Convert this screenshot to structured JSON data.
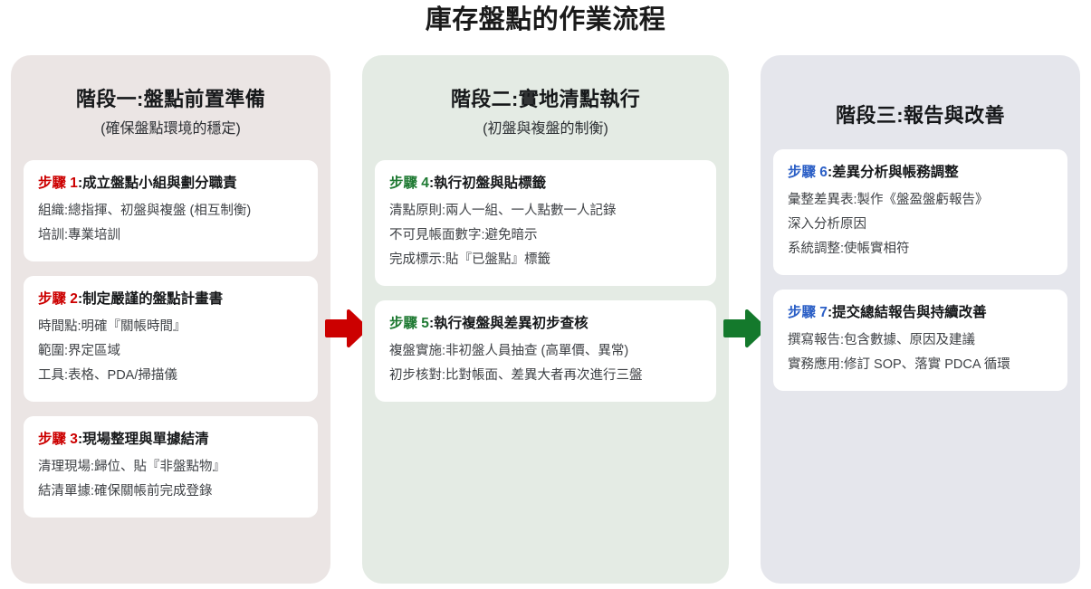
{
  "title": "庫存盤點的作業流程",
  "colors": {
    "stage1_bg": "#EBE5E4",
    "stage2_bg": "#E4EBE4",
    "stage3_bg": "#E5E6EC",
    "step_red": "#CC0000",
    "step_green": "#1F7A33",
    "step_blue": "#2B5FC6",
    "arrow_red": "#CC0000",
    "arrow_green": "#14792C",
    "card_bg": "#FFFFFF"
  },
  "stages": [
    {
      "title": "階段一:盤點前置準備",
      "subtitle": "(確保盤點環境的穩定)",
      "accent": "#CC0000",
      "cards": [
        {
          "step": "步驟 1",
          "heading": ":成立盤點小組與劃分職責",
          "lines": [
            "組織:總指揮、初盤與複盤 (相互制衡)",
            "培訓:專業培訓"
          ]
        },
        {
          "step": "步驟 2",
          "heading": ":制定嚴謹的盤點計畫書",
          "lines": [
            "時間點:明確『關帳時間』",
            "範圍:界定區域",
            "工具:表格、PDA/掃描儀"
          ]
        },
        {
          "step": "步驟 3",
          "heading": ":現場整理與單據結清",
          "lines": [
            "清理現場:歸位、貼『非盤點物』",
            "結清單據:確保關帳前完成登錄"
          ]
        }
      ]
    },
    {
      "title": "階段二:實地清點執行",
      "subtitle": "(初盤與複盤的制衡)",
      "accent": "#1F7A33",
      "cards": [
        {
          "step": "步驟 4",
          "heading": ":執行初盤與貼標籤",
          "lines": [
            "清點原則:兩人一組、一人點數一人記錄",
            "不可見帳面數字:避免暗示",
            "完成標示:貼『已盤點』標籤"
          ]
        },
        {
          "step": "步驟 5",
          "heading": ":執行複盤與差異初步查核",
          "lines": [
            "複盤實施:非初盤人員抽查 (高單價、異常)",
            "初步核對:比對帳面、差異大者再次進行三盤"
          ]
        }
      ]
    },
    {
      "title": "階段三:報告與改善",
      "subtitle": "",
      "accent": "#2B5FC6",
      "cards": [
        {
          "step": "步驟 6",
          "heading": ":差異分析與帳務調整",
          "lines": [
            "彙整差異表:製作《盤盈盤虧報告》",
            "深入分析原因",
            "系統調整:使帳實相符"
          ]
        },
        {
          "step": "步驟 7",
          "heading": ":提交總結報告與持續改善",
          "lines": [
            "撰寫報告:包含數據、原因及建議",
            "實務應用:修訂 SOP、落實 PDCA 循環"
          ]
        }
      ]
    }
  ],
  "arrows": [
    {
      "name": "arrow-stage1-to-stage2",
      "color": "#CC0000"
    },
    {
      "name": "arrow-stage2-to-stage3",
      "color": "#14792C"
    }
  ]
}
